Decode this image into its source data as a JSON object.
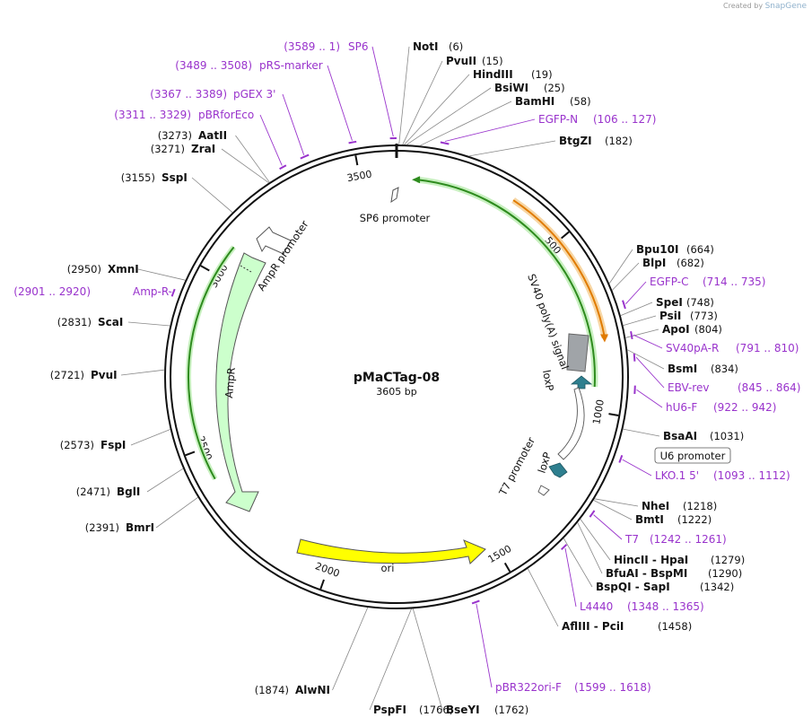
{
  "credit": {
    "prefix": "Created by",
    "brand": "SnapGene"
  },
  "plasmid": {
    "name": "pMaCTag-08",
    "size": "3605 bp"
  },
  "ticks": [
    "500",
    "1000",
    "1500",
    "2000",
    "2500",
    "3000",
    "3500"
  ],
  "enzymes": [
    {
      "name": "NotI",
      "pos": "(6)"
    },
    {
      "name": "PvuII",
      "pos": "(15)"
    },
    {
      "name": "HindIII",
      "pos": "(19)"
    },
    {
      "name": "BsiWI",
      "pos": "(25)"
    },
    {
      "name": "BamHI",
      "pos": "(58)"
    },
    {
      "name": "BtgZI",
      "pos": "(182)"
    },
    {
      "name": "Bpu10I",
      "pos": "(664)"
    },
    {
      "name": "BlpI",
      "pos": "(682)"
    },
    {
      "name": "SpeI",
      "pos": "(748)"
    },
    {
      "name": "PsiI",
      "pos": "(773)"
    },
    {
      "name": "ApoI",
      "pos": "(804)"
    },
    {
      "name": "BsmI",
      "pos": "(834)"
    },
    {
      "name": "BsaAI",
      "pos": "(1031)"
    },
    {
      "name": "NheI",
      "pos": "(1218)"
    },
    {
      "name": "BmtI",
      "pos": "(1222)"
    },
    {
      "name": "HincII  -  HpaI",
      "pos": "(1279)"
    },
    {
      "name": "BfuAI  -  BspMI",
      "pos": "(1290)"
    },
    {
      "name": "BspQI  -  SapI",
      "pos": "(1342)"
    },
    {
      "name": "AflIII  -  PciI",
      "pos": "(1458)"
    },
    {
      "name": "BseYI",
      "pos": "(1762)"
    },
    {
      "name": "PspFI",
      "pos": "(1766)"
    },
    {
      "name": "AlwNI",
      "pos": "(1874)"
    },
    {
      "name": "BmrI",
      "pos": "(2391)"
    },
    {
      "name": "BglI",
      "pos": "(2471)"
    },
    {
      "name": "FspI",
      "pos": "(2573)"
    },
    {
      "name": "PvuI",
      "pos": "(2721)"
    },
    {
      "name": "ScaI",
      "pos": "(2831)"
    },
    {
      "name": "XmnI",
      "pos": "(2950)"
    },
    {
      "name": "SspI",
      "pos": "(3155)"
    },
    {
      "name": "ZraI",
      "pos": "(3271)"
    },
    {
      "name": "AatII",
      "pos": "(3273)"
    }
  ],
  "primers": [
    {
      "name": "SP6",
      "range": "(3589 .. 1)"
    },
    {
      "name": "pRS-marker",
      "range": "(3489 .. 3508)"
    },
    {
      "name": "pGEX 3'",
      "range": "(3367 .. 3389)"
    },
    {
      "name": "pBRforEco",
      "range": "(3311 .. 3329)"
    },
    {
      "name": "EGFP-N",
      "range": "(106 .. 127)"
    },
    {
      "name": "EGFP-C",
      "range": "(714 .. 735)"
    },
    {
      "name": "SV40pA-R",
      "range": "(791 .. 810)"
    },
    {
      "name": "EBV-rev",
      "range": "(845 .. 864)"
    },
    {
      "name": "hU6-F",
      "range": "(922 .. 942)"
    },
    {
      "name": "LKO.1 5'",
      "range": "(1093 .. 1112)"
    },
    {
      "name": "T7",
      "range": "(1242 .. 1261)"
    },
    {
      "name": "L4440",
      "range": "(1348 .. 1365)"
    },
    {
      "name": "pBR322ori-F",
      "range": "(1599 .. 1618)"
    },
    {
      "name": "Amp-R",
      "range": "(2901 .. 2920)"
    }
  ],
  "features": {
    "sp6_promoter": "SP6 promoter",
    "sv40_polya": "SV40 poly(A) signal",
    "loxp_top": "loxP",
    "loxp_bottom": "loxP",
    "t7_promoter": "T7 promoter",
    "ampr": "AmpR",
    "ampr_promoter": "AmpR promoter",
    "ori": "ori",
    "u6_promoter": "U6 promoter"
  },
  "colors": {
    "backbone": "#111111",
    "primer": "#9933cc",
    "ampr_fill": "#ccffcc",
    "ori_fill": "#ffff00",
    "green_arc": "#2e8b1e",
    "orange_arc": "#e07b00",
    "sv40_fill": "#a0a4a8",
    "loxp_fill": "#2e7f8f"
  }
}
